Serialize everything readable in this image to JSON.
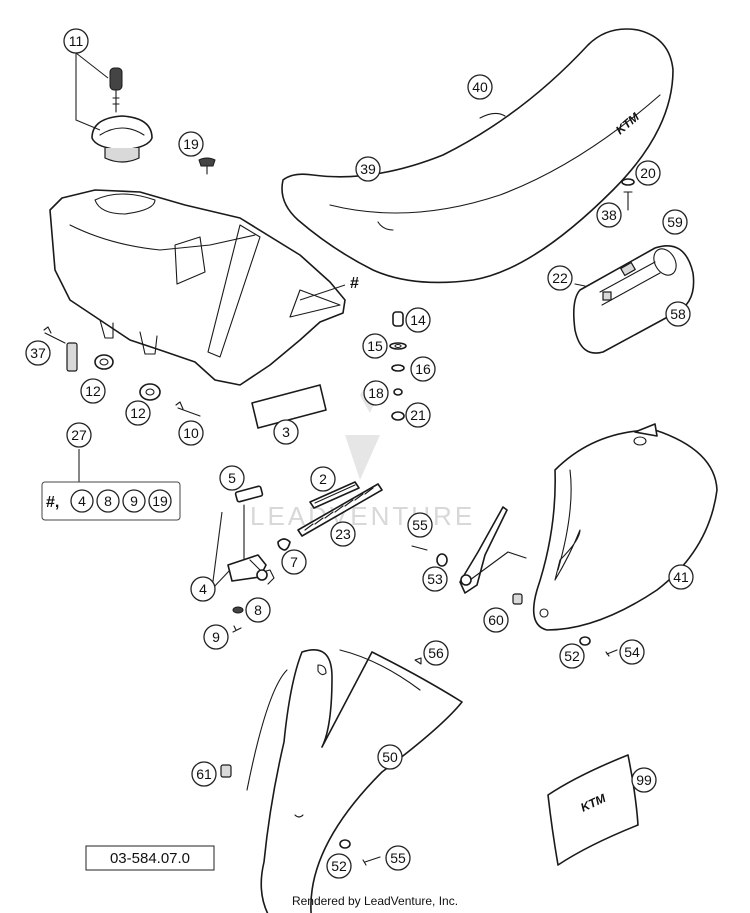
{
  "diagram_number": "03-584.07.0",
  "watermark": "LEADVENTURE",
  "credit": "Rendered by LeadVenture, Inc.",
  "hash_mark": "#",
  "kit": {
    "number": "27",
    "prefix": "#,",
    "items": [
      "4",
      "8",
      "9",
      "19"
    ]
  },
  "callouts": {
    "c2": "2",
    "c3": "3",
    "c4": "4",
    "c5": "5",
    "c7": "7",
    "c8": "8",
    "c9": "9",
    "c10": "10",
    "c11": "11",
    "c12a": "12",
    "c12b": "12",
    "c14": "14",
    "c15": "15",
    "c16": "16",
    "c18": "18",
    "c19": "19",
    "c20": "20",
    "c21": "21",
    "c22": "22",
    "c23": "23",
    "c37": "37",
    "c38": "38",
    "c39": "39",
    "c40": "40",
    "c41": "41",
    "c50": "50",
    "c52a": "52",
    "c52b": "52",
    "c53": "53",
    "c54": "54",
    "c55a": "55",
    "c55b": "55",
    "c56": "56",
    "c58": "58",
    "c59": "59",
    "c60": "60",
    "c61": "61",
    "c99": "99"
  },
  "logos": {
    "seat": "KTM",
    "sticker": "KTM"
  }
}
